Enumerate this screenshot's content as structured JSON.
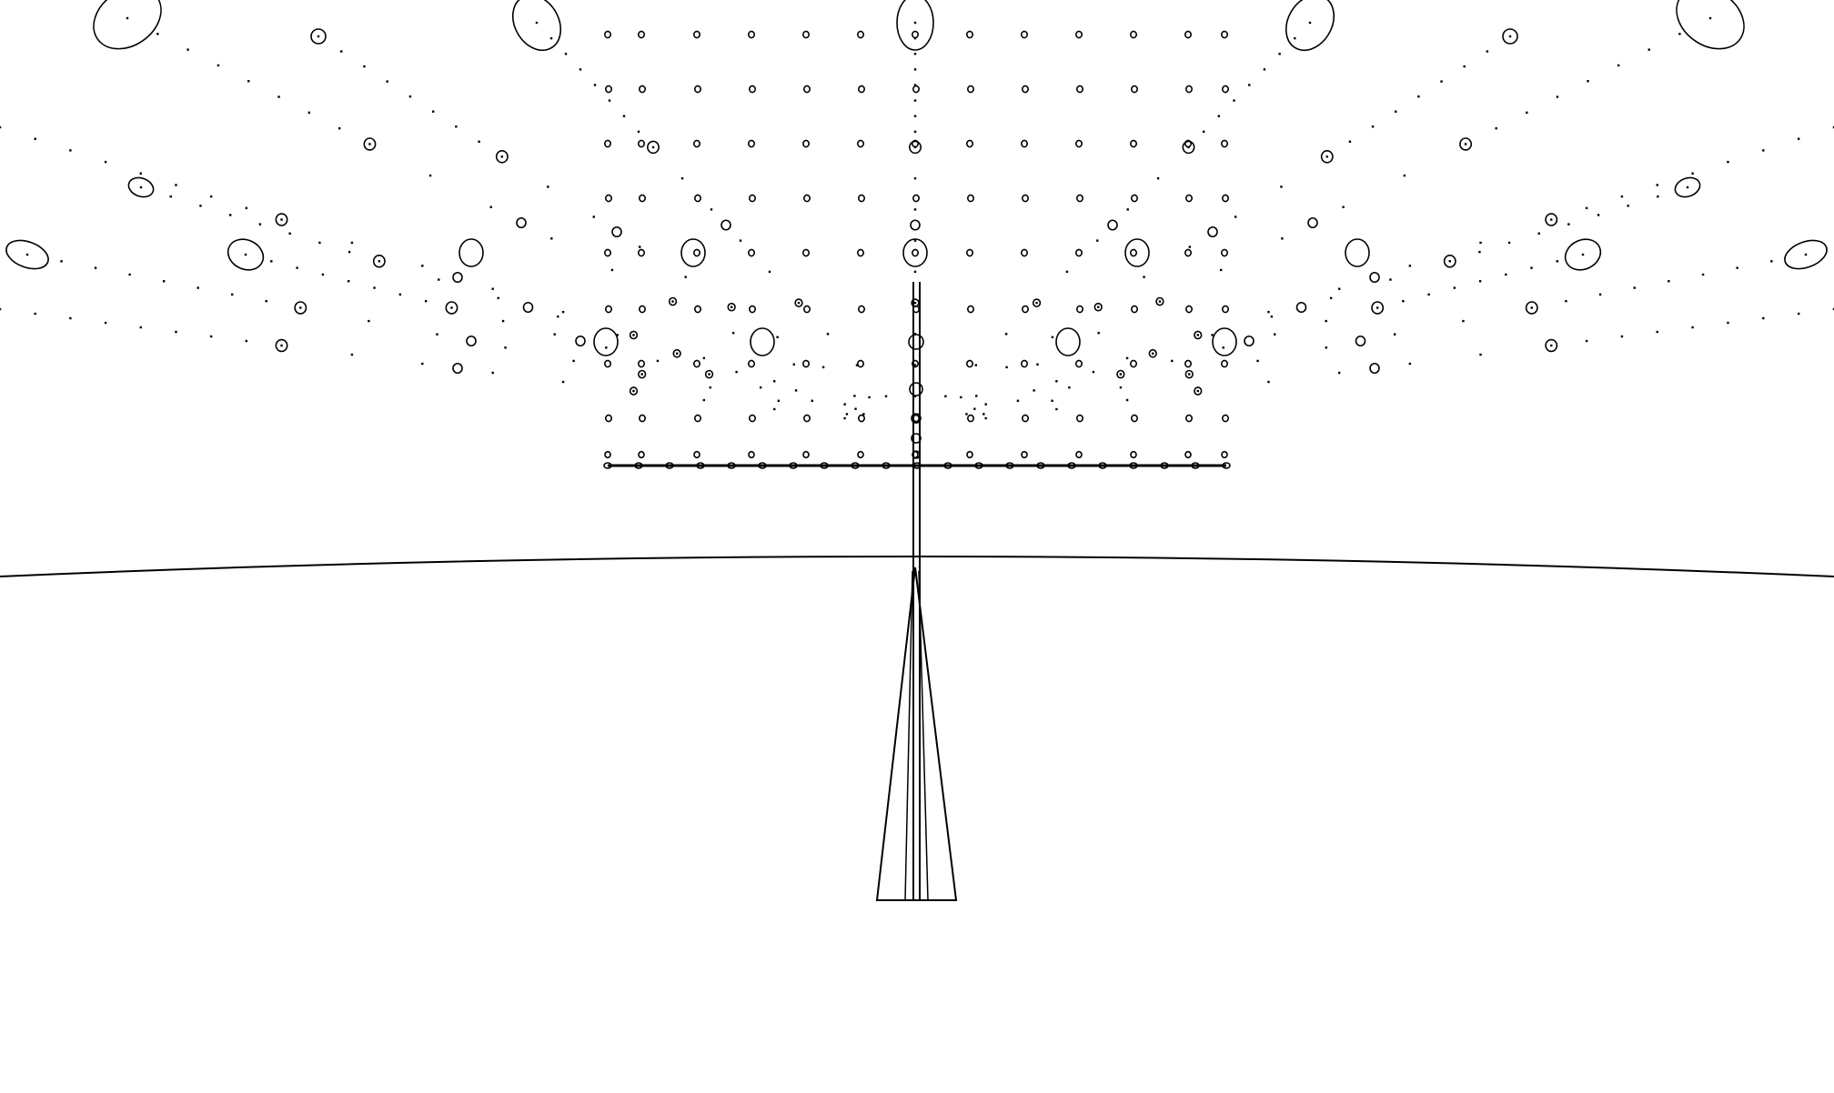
{
  "scene": {
    "background_color": "#ffffff",
    "line_color": "#000000",
    "view": "wireframe-ground-and-ceiling-grid",
    "elements": [
      "horizon-line",
      "vertical-mast",
      "crossbar",
      "tapered-pedestal",
      "dotted-ceiling-grid",
      "radial-ellipse-spokes"
    ]
  }
}
